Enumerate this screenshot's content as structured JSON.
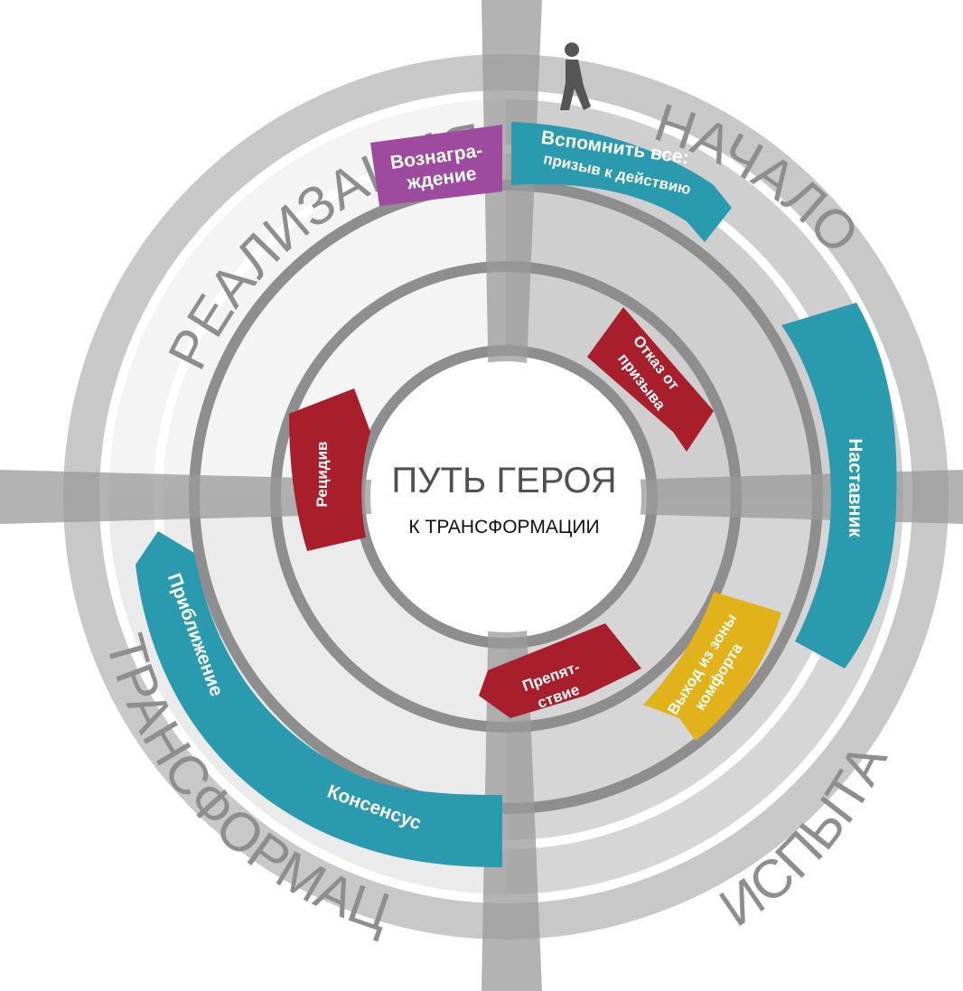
{
  "center": {
    "title": "ПУТЬ ГЕРОЯ",
    "subtitle": "К ТРАНСФОРМАЦИИ"
  },
  "quadrants": {
    "realization": "РЕАЛИЗАЦИЯ",
    "beginning": "НАЧАЛО",
    "trials": "ИСПЫТАНИЯ",
    "transformation": "ТРАНСФОРМАЦИЯ"
  },
  "segments": {
    "reward": {
      "line1": "Вознагра-",
      "line2": "ждение"
    },
    "call": {
      "line1": "Вспомнить все:",
      "line2": "призыв к действию"
    },
    "refusal": {
      "line1": "Отказ от",
      "line2": "призыва"
    },
    "mentor": "Наставник",
    "comfort": {
      "line1": "Выход из зоны",
      "line2": "комфорта"
    },
    "obstacle": {
      "line1": "Препят-",
      "line2": "ствие"
    },
    "relapse": "Рецидив",
    "approach": "Приближение",
    "consensus": "Консенсус"
  },
  "colors": {
    "teal": "#2a9aae",
    "red": "#a81e2a",
    "purple": "#9e4a9e",
    "yellow": "#e2b21a",
    "grey_band": "#c4c4c4",
    "grey_quadrant": "#d8d8d8",
    "ring": "#8e8e8e"
  },
  "icons": [
    "walking-man-icon"
  ]
}
